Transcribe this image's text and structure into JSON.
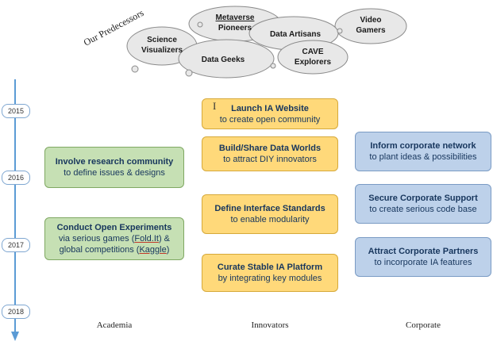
{
  "header": {
    "title": "Our Predecessors"
  },
  "clouds": [
    {
      "label": "Metaverse",
      "label2": "Pioneers"
    },
    {
      "label": "Video",
      "label2": "Gamers"
    },
    {
      "label": "Science",
      "label2": "Visualizers"
    },
    {
      "label": "Data Artisans",
      "label2": ""
    },
    {
      "label": "Data Geeks",
      "label2": ""
    },
    {
      "label": "CAVE",
      "label2": "Explorers"
    }
  ],
  "timeline": {
    "years": [
      "2015",
      "2016",
      "2017",
      "2018"
    ]
  },
  "academia": [
    {
      "title": "Involve research community",
      "sub": "to define issues & designs"
    },
    {
      "title": "Conduct Open Experiments",
      "sub_pre": "via serious games (",
      "sub_link": "Fold.It",
      "sub_post": ") &",
      "sub2_pre": "global competitions (",
      "sub2_link": "Kaggle",
      "sub2_post": ")"
    }
  ],
  "innovators": [
    {
      "title": "Launch IA Website",
      "sub": "to create open community"
    },
    {
      "title": "Build/Share Data Worlds",
      "sub": "to attract DIY innovators"
    },
    {
      "title": "Define Interface Standards",
      "sub": "to enable modularity"
    },
    {
      "title": "Curate Stable IA Platform",
      "sub": "by integrating key modules"
    }
  ],
  "corporate": [
    {
      "title": "Inform corporate network",
      "sub": "to plant ideas & possibilities"
    },
    {
      "title": "Secure Corporate Support",
      "sub": "to create serious code base"
    },
    {
      "title": "Attract Corporate Partners",
      "sub": "to incorporate IA features"
    }
  ],
  "columns": {
    "academia": "Academia",
    "innovators": "Innovators",
    "corporate": "Corporate"
  },
  "colors": {
    "green": "#c6e0b4",
    "orange": "#ffd97a",
    "blue": "#bdd1ea",
    "timeline": "#5b9bd5"
  }
}
